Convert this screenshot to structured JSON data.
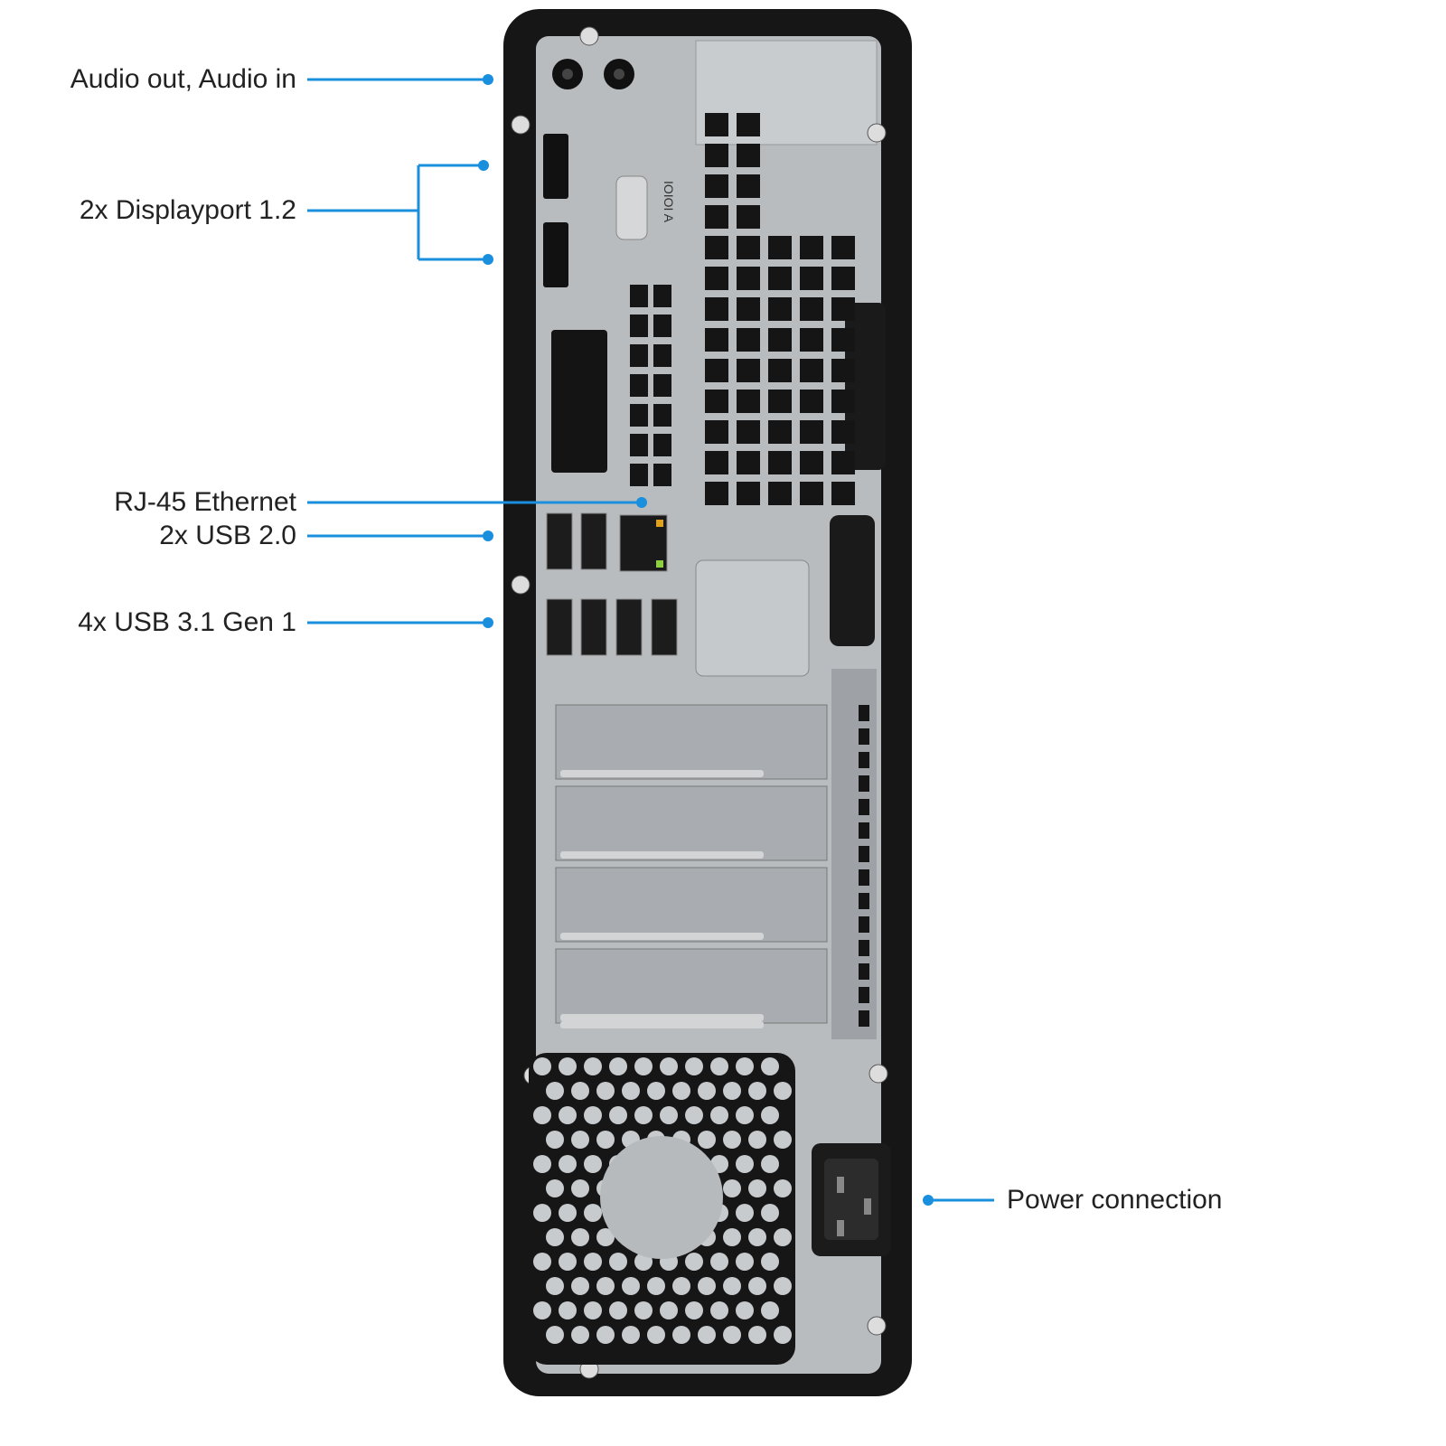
{
  "accent_color": "#1a8fdd",
  "callouts": {
    "audio": "Audio out, Audio in",
    "displayport": "2x Displayport 1.2",
    "ethernet": "RJ-45 Ethernet",
    "usb2": "2x USB 2.0",
    "usb3": "4x USB 3.1 Gen 1",
    "power": "Power connection"
  },
  "panel_text": {
    "serial": "IOIOI A"
  }
}
